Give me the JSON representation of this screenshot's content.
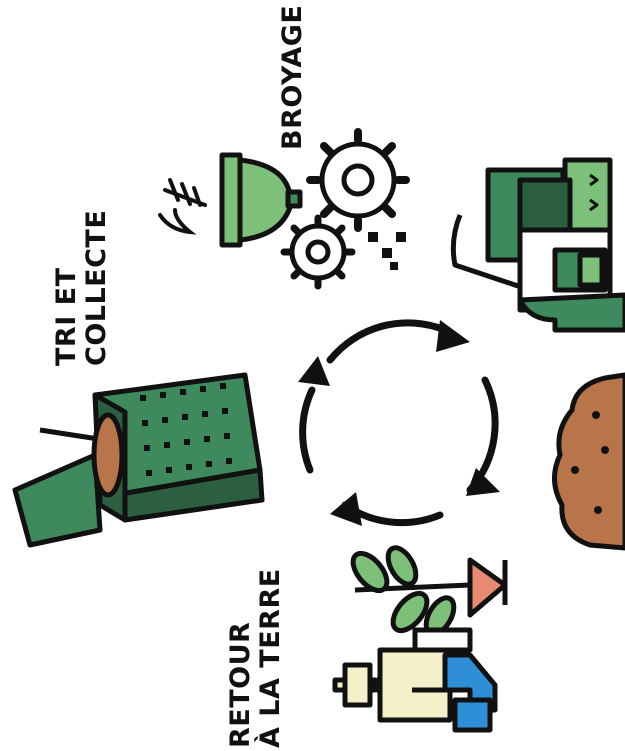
{
  "labels": {
    "tri_et_collecte": [
      "TRI ET",
      "COLLECTE"
    ],
    "broyage": [
      "BROYAGE"
    ],
    "retour_a_la_terre": [
      "RETOUR",
      "À LA TERRE"
    ]
  },
  "colors": {
    "green": "#3f8a5c",
    "dark_green": "#2c5e40",
    "light_green": "#7cc07a",
    "brown": "#b9754a",
    "blue": "#2f8fd6",
    "salmon": "#e88a70",
    "cream": "#f3efc8",
    "ink": "#111111"
  },
  "icons": [
    "bin-icon",
    "fish-bone-icon",
    "funnel-icon",
    "gear-icon",
    "factory-icon",
    "soil-icon",
    "plant-icon",
    "farmer-icon",
    "cycle-arrows-icon"
  ]
}
